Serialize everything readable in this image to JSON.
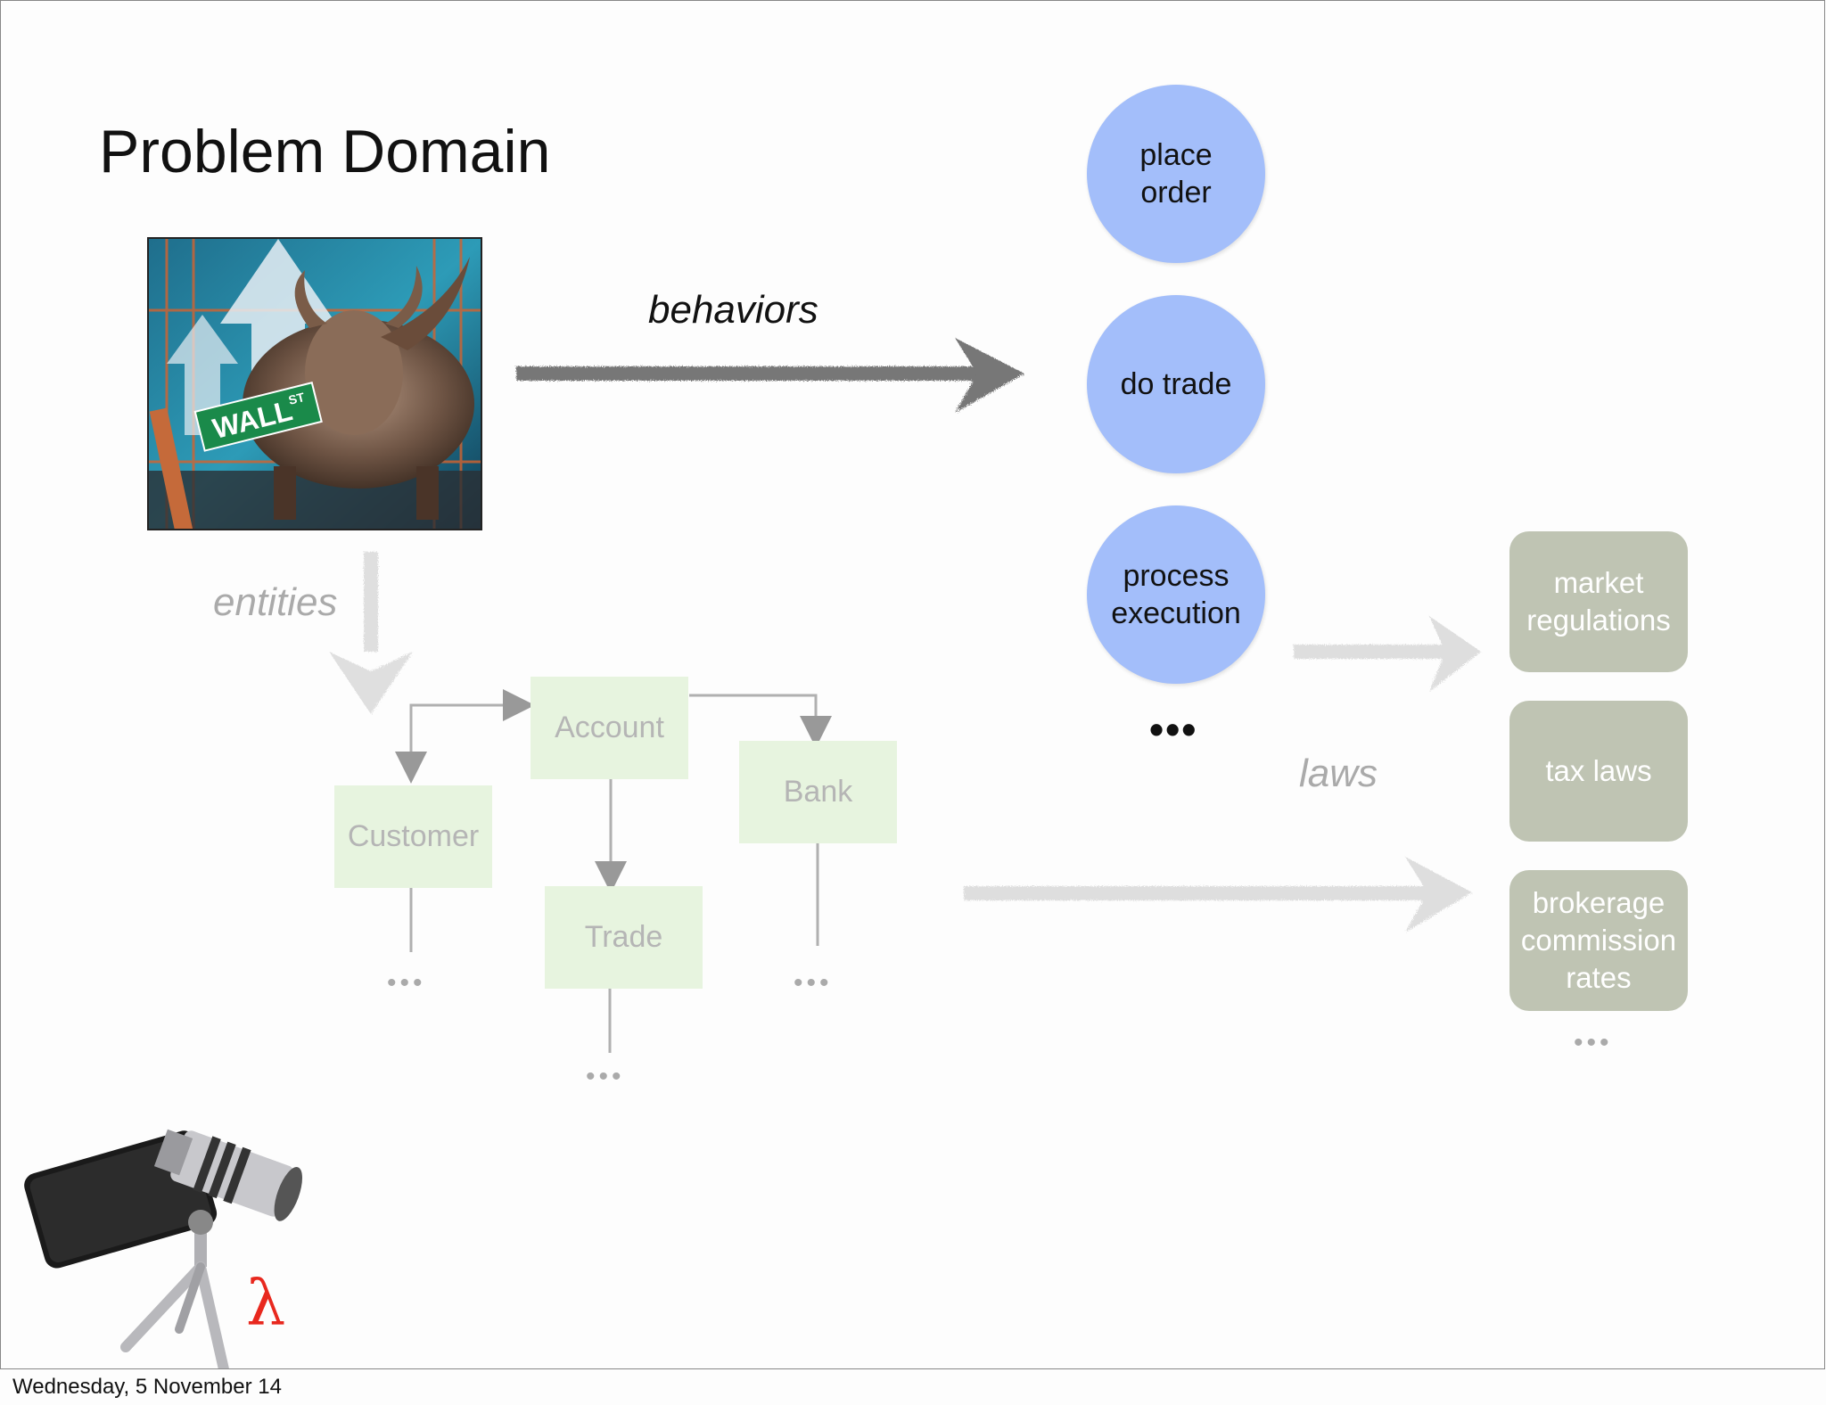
{
  "slide": {
    "title": "Problem Domain",
    "labels": {
      "behaviors": "behaviors",
      "entities": "entities",
      "laws": "laws"
    },
    "bull_image": {
      "sign_text": "WALL",
      "sign_superscript": "ST"
    },
    "behaviors": [
      {
        "text": "place\norder"
      },
      {
        "text": "do trade"
      },
      {
        "text": "process\nexecution"
      }
    ],
    "behaviors_more": "•••",
    "entities": {
      "customer": "Customer",
      "account": "Account",
      "bank": "Bank",
      "trade": "Trade",
      "more": "•••"
    },
    "laws": [
      {
        "text": "market\nregulations"
      },
      {
        "text": "tax laws"
      },
      {
        "text": "brokerage\ncommission\nrates"
      }
    ],
    "laws_more": "•••",
    "lambda_symbol": "λ",
    "colors": {
      "behavior_circle": "#a3befa",
      "entity_box": "#e7f4df",
      "law_box": "#bfc4b3",
      "arrow_dark": "#777777",
      "arrow_light": "#dddddd",
      "lambda": "#e8281e"
    }
  },
  "footer": {
    "date": "Wednesday, 5 November 14"
  }
}
